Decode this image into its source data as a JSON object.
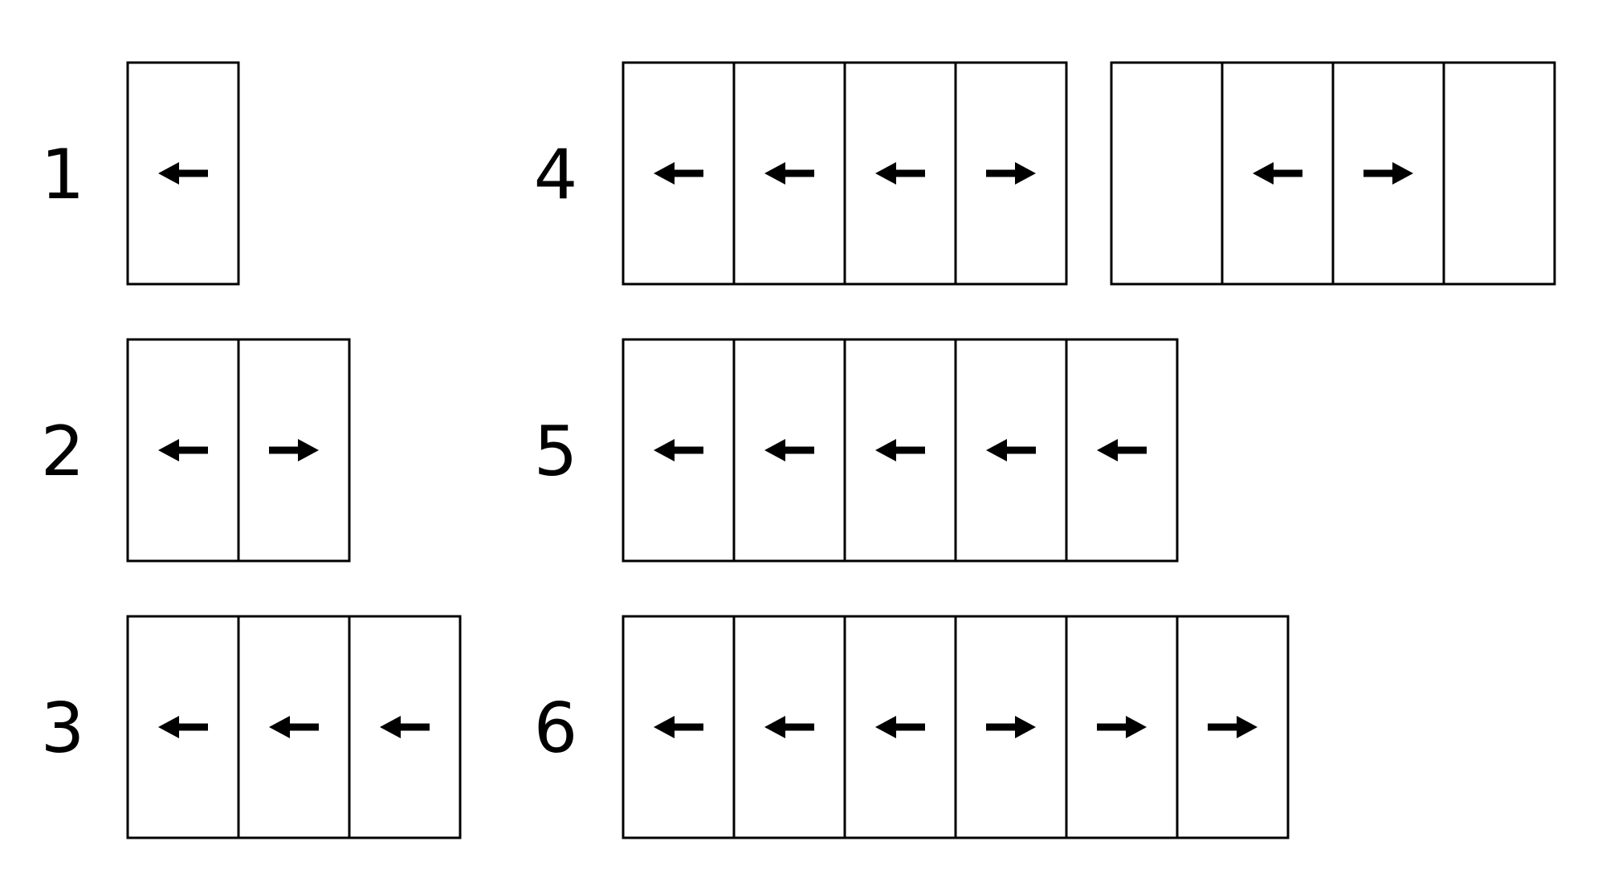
{
  "colors": {
    "line": "#000000",
    "background": "#ffffff"
  },
  "configurations": [
    {
      "label": "1",
      "groups": [
        [
          "left"
        ]
      ]
    },
    {
      "label": "2",
      "groups": [
        [
          "left",
          "right"
        ]
      ]
    },
    {
      "label": "3",
      "groups": [
        [
          "left",
          "left",
          "left"
        ]
      ]
    },
    {
      "label": "4",
      "groups": [
        [
          "left",
          "left",
          "left",
          "right"
        ],
        [
          "none",
          "left",
          "right",
          "none"
        ]
      ]
    },
    {
      "label": "5",
      "groups": [
        [
          "left",
          "left",
          "left",
          "left",
          "left"
        ]
      ]
    },
    {
      "label": "6",
      "groups": [
        [
          "left",
          "left",
          "left",
          "right",
          "right",
          "right"
        ]
      ]
    }
  ]
}
